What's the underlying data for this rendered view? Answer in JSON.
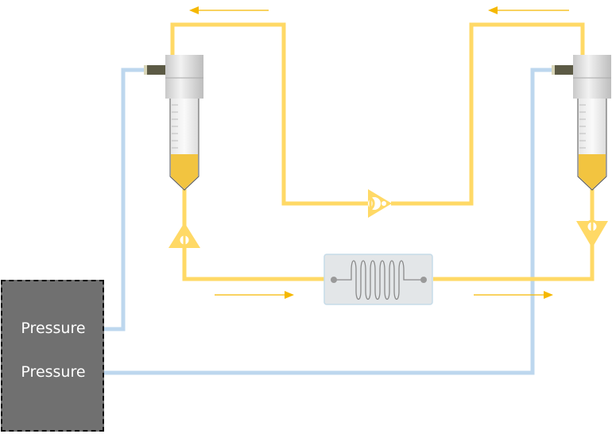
{
  "diagram": {
    "title": "Microfluidic pressure-driven recirculation loop",
    "controller": {
      "outputs": [
        {
          "label": "Pressure",
          "connects_to": "left-reservoir"
        },
        {
          "label": "Pressure",
          "connects_to": "right-reservoir"
        }
      ]
    },
    "components": [
      {
        "id": "left-reservoir",
        "type": "tube-reservoir"
      },
      {
        "id": "right-reservoir",
        "type": "tube-reservoir"
      },
      {
        "id": "check-valve-left",
        "type": "check-valve",
        "direction": "up"
      },
      {
        "id": "check-valve-top",
        "type": "check-valve",
        "direction": "right"
      },
      {
        "id": "check-valve-right",
        "type": "check-valve",
        "direction": "down"
      },
      {
        "id": "serpentine-chip",
        "type": "microfluidic-chip"
      }
    ],
    "flow_arrows": [
      {
        "position": "top-left",
        "direction": "left"
      },
      {
        "position": "top-right",
        "direction": "left"
      },
      {
        "position": "bottom-left",
        "direction": "right"
      },
      {
        "position": "bottom-right",
        "direction": "right"
      }
    ],
    "colors": {
      "fluid_line": "#FFD966",
      "fluid_arrow": "#F5B800",
      "pressure_line": "#BDD7EE",
      "controller_fill": "#707070",
      "chip_fill": "#E3E6E8",
      "liquid": "#F2C440"
    }
  }
}
